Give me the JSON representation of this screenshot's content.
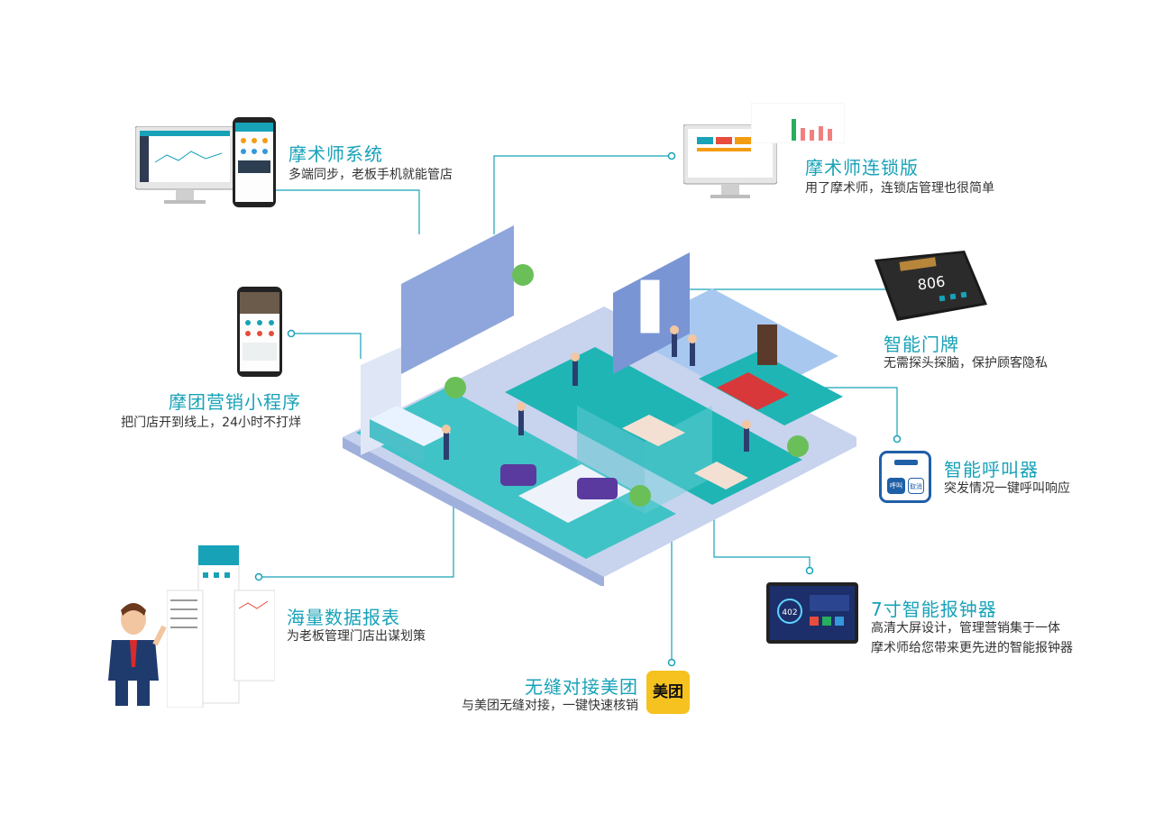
{
  "colors": {
    "accent": "#17a2b8",
    "teal_floor": "#1fb5b5",
    "wall": "#9fb3e0",
    "meituan": "#f5c220"
  },
  "features": {
    "system": {
      "title": "摩术师系统",
      "subtitle": "多端同步，老板手机就能管店"
    },
    "chain": {
      "title": "摩术师连锁版",
      "subtitle": "用了摩术师，连锁店管理也很简单"
    },
    "miniprogram": {
      "title": "摩团营销小程序",
      "subtitle": "把门店开到线上，24小时不打烊"
    },
    "doorplate": {
      "title": "智能门牌",
      "subtitle": "无需探头探脑，保护顾客隐私"
    },
    "caller": {
      "title": "智能呼叫器",
      "subtitle": "突发情况一键呼叫响应"
    },
    "reports": {
      "title": "海量数据报表",
      "subtitle": "为老板管理门店出谋划策"
    },
    "clock": {
      "title": "7寸智能报钟器",
      "subtitle_line1": "高清大屏设计，管理营销集于一体",
      "subtitle_line2": "摩术师给您带来更先进的智能报钟器"
    },
    "meituan": {
      "title": "无缝对接美团",
      "subtitle": "与美团无缝对接，一键快速核销",
      "logo_text": "美团"
    }
  },
  "devices": {
    "doorplate_number": "806",
    "clock_number": "402",
    "caller_btn_left": "呼叫",
    "caller_btn_right": "取消"
  },
  "icons": [
    "desktop-monitor-icon",
    "phone-icon",
    "doorplate-icon",
    "caller-icon",
    "clock-screen-icon",
    "report-sheet-icon",
    "businessman-icon",
    "meituan-logo-icon"
  ]
}
